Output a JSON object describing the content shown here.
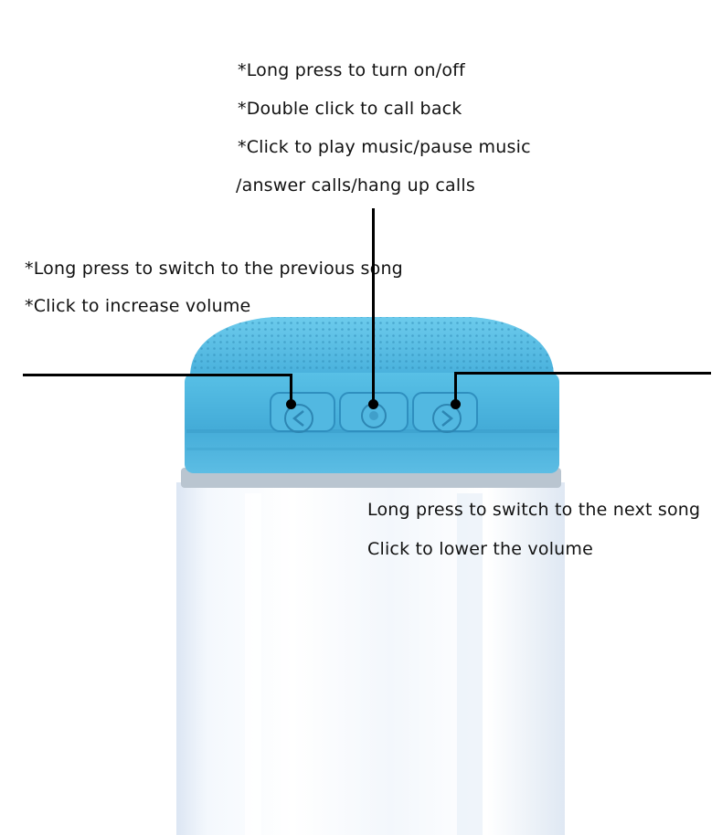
{
  "top_callout": {
    "lines": [
      "*Long press to turn on/off",
      "*Double click to call back",
      "*Click to play music/pause music",
      "/answer calls/hang up calls"
    ]
  },
  "left_callout": {
    "lines": [
      "*Long press to switch to the previous song",
      "*Click to increase volume"
    ]
  },
  "right_callout": {
    "lines": [
      "Long press to switch to the next song",
      "Click to lower the volume"
    ]
  },
  "colors": {
    "speaker_band": "#4bb3dc",
    "speaker_grille": "#5cc0e6",
    "speaker_body": "#eef4fb",
    "leader_lines": "#000000"
  },
  "icons": [
    "previous-button-icon",
    "play-pause-button-icon",
    "next-button-icon"
  ]
}
